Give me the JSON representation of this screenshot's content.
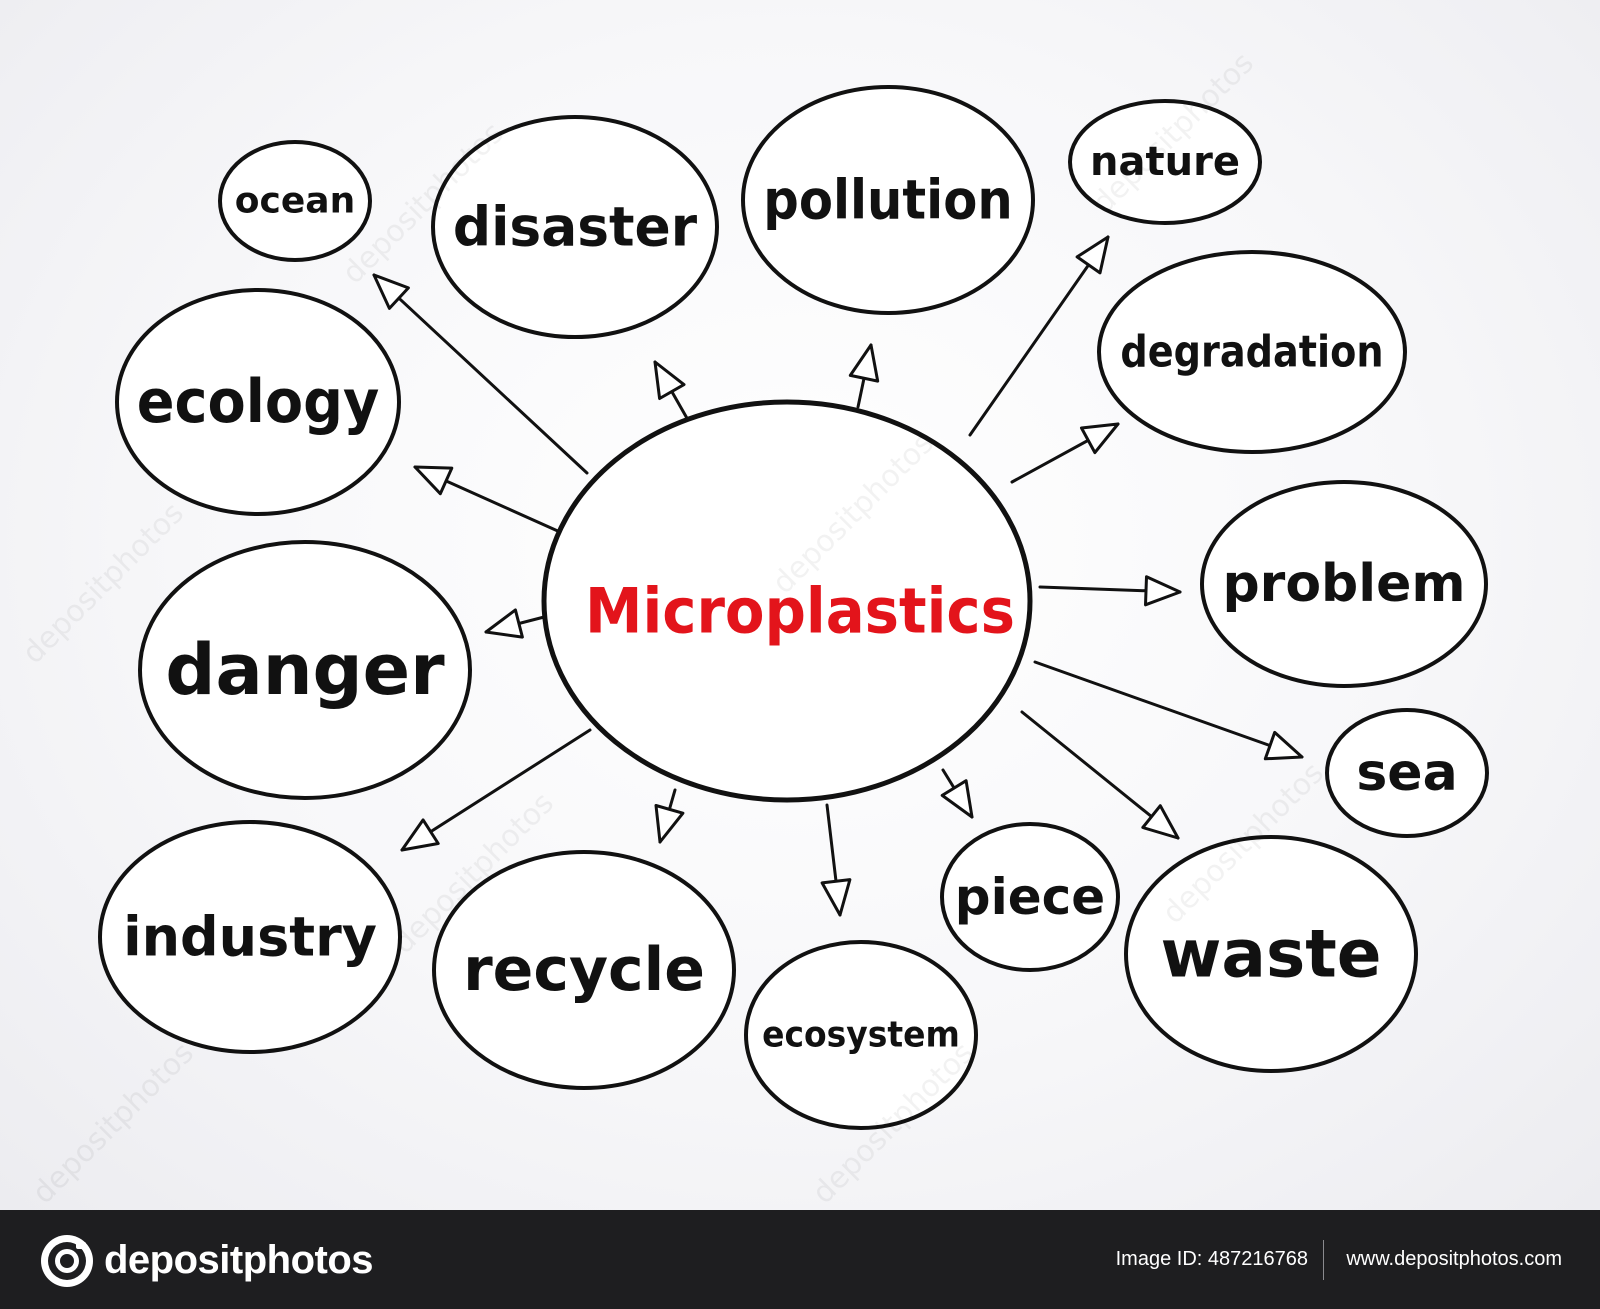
{
  "diagram": {
    "center": {
      "label": "Microplastics",
      "color": "#e3141b"
    },
    "nodes": [
      {
        "id": "ocean",
        "label": "ocean"
      },
      {
        "id": "disaster",
        "label": "disaster"
      },
      {
        "id": "pollution",
        "label": "pollution"
      },
      {
        "id": "nature",
        "label": "nature"
      },
      {
        "id": "degradation",
        "label": "degradation"
      },
      {
        "id": "ecology",
        "label": "ecology"
      },
      {
        "id": "problem",
        "label": "problem"
      },
      {
        "id": "danger",
        "label": "danger"
      },
      {
        "id": "sea",
        "label": "sea"
      },
      {
        "id": "industry",
        "label": "industry"
      },
      {
        "id": "recycle",
        "label": "recycle"
      },
      {
        "id": "ecosystem",
        "label": "ecosystem"
      },
      {
        "id": "piece",
        "label": "piece"
      },
      {
        "id": "waste",
        "label": "waste"
      }
    ],
    "ink_color": "#111111"
  },
  "watermark": {
    "text": "depositphotos"
  },
  "footer": {
    "brand": "depositphotos",
    "image_id": "Image ID: 487216768",
    "url": "www.depositphotos.com",
    "background": "#1e1e20"
  }
}
